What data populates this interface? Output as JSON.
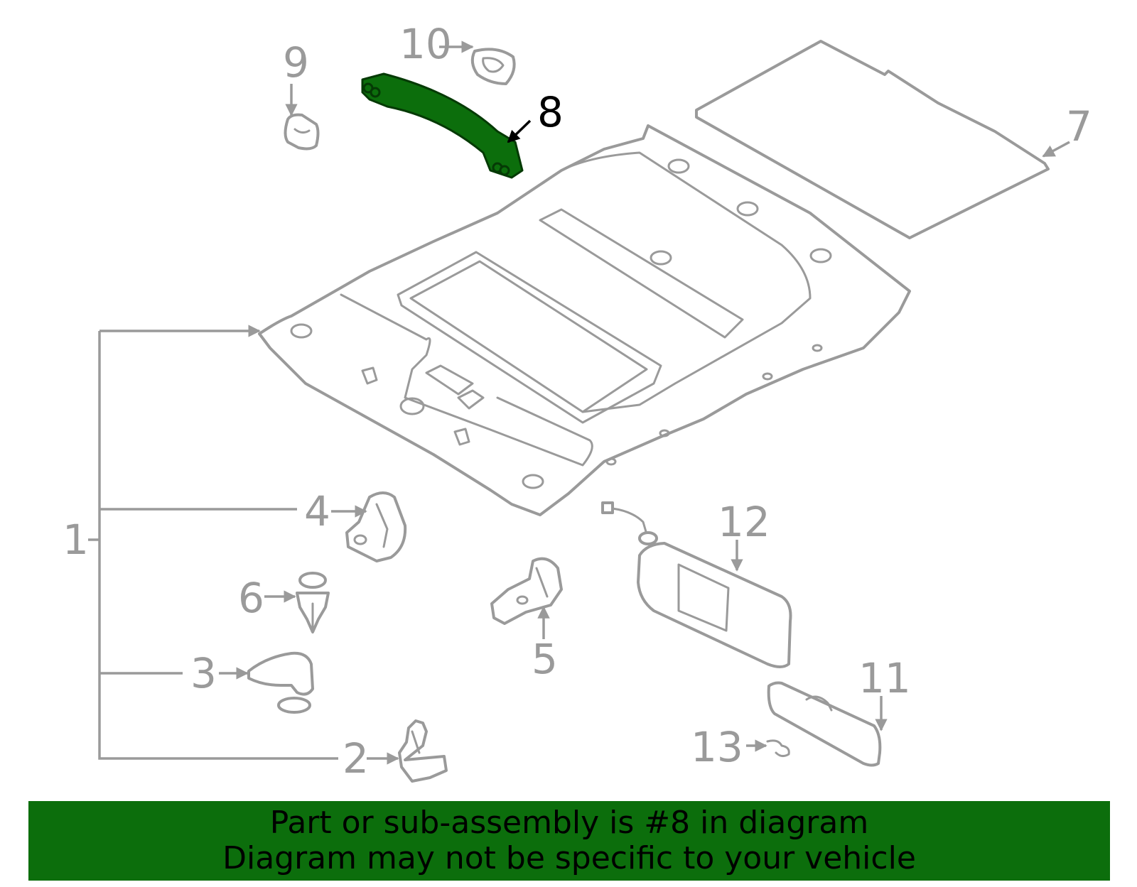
{
  "highlight_color": "#0c6e0c",
  "line_color": "#9a9a9a",
  "callouts": {
    "c1": "1",
    "c2": "2",
    "c3": "3",
    "c4": "4",
    "c5": "5",
    "c6": "6",
    "c7": "7",
    "c8": "8",
    "c9": "9",
    "c10": "10",
    "c11": "11",
    "c12": "12",
    "c13": "13"
  },
  "highlighted_part": "8",
  "banner": {
    "line1": "Part or sub-assembly is #8 in diagram",
    "line2": "Diagram may not be specific to your vehicle"
  }
}
